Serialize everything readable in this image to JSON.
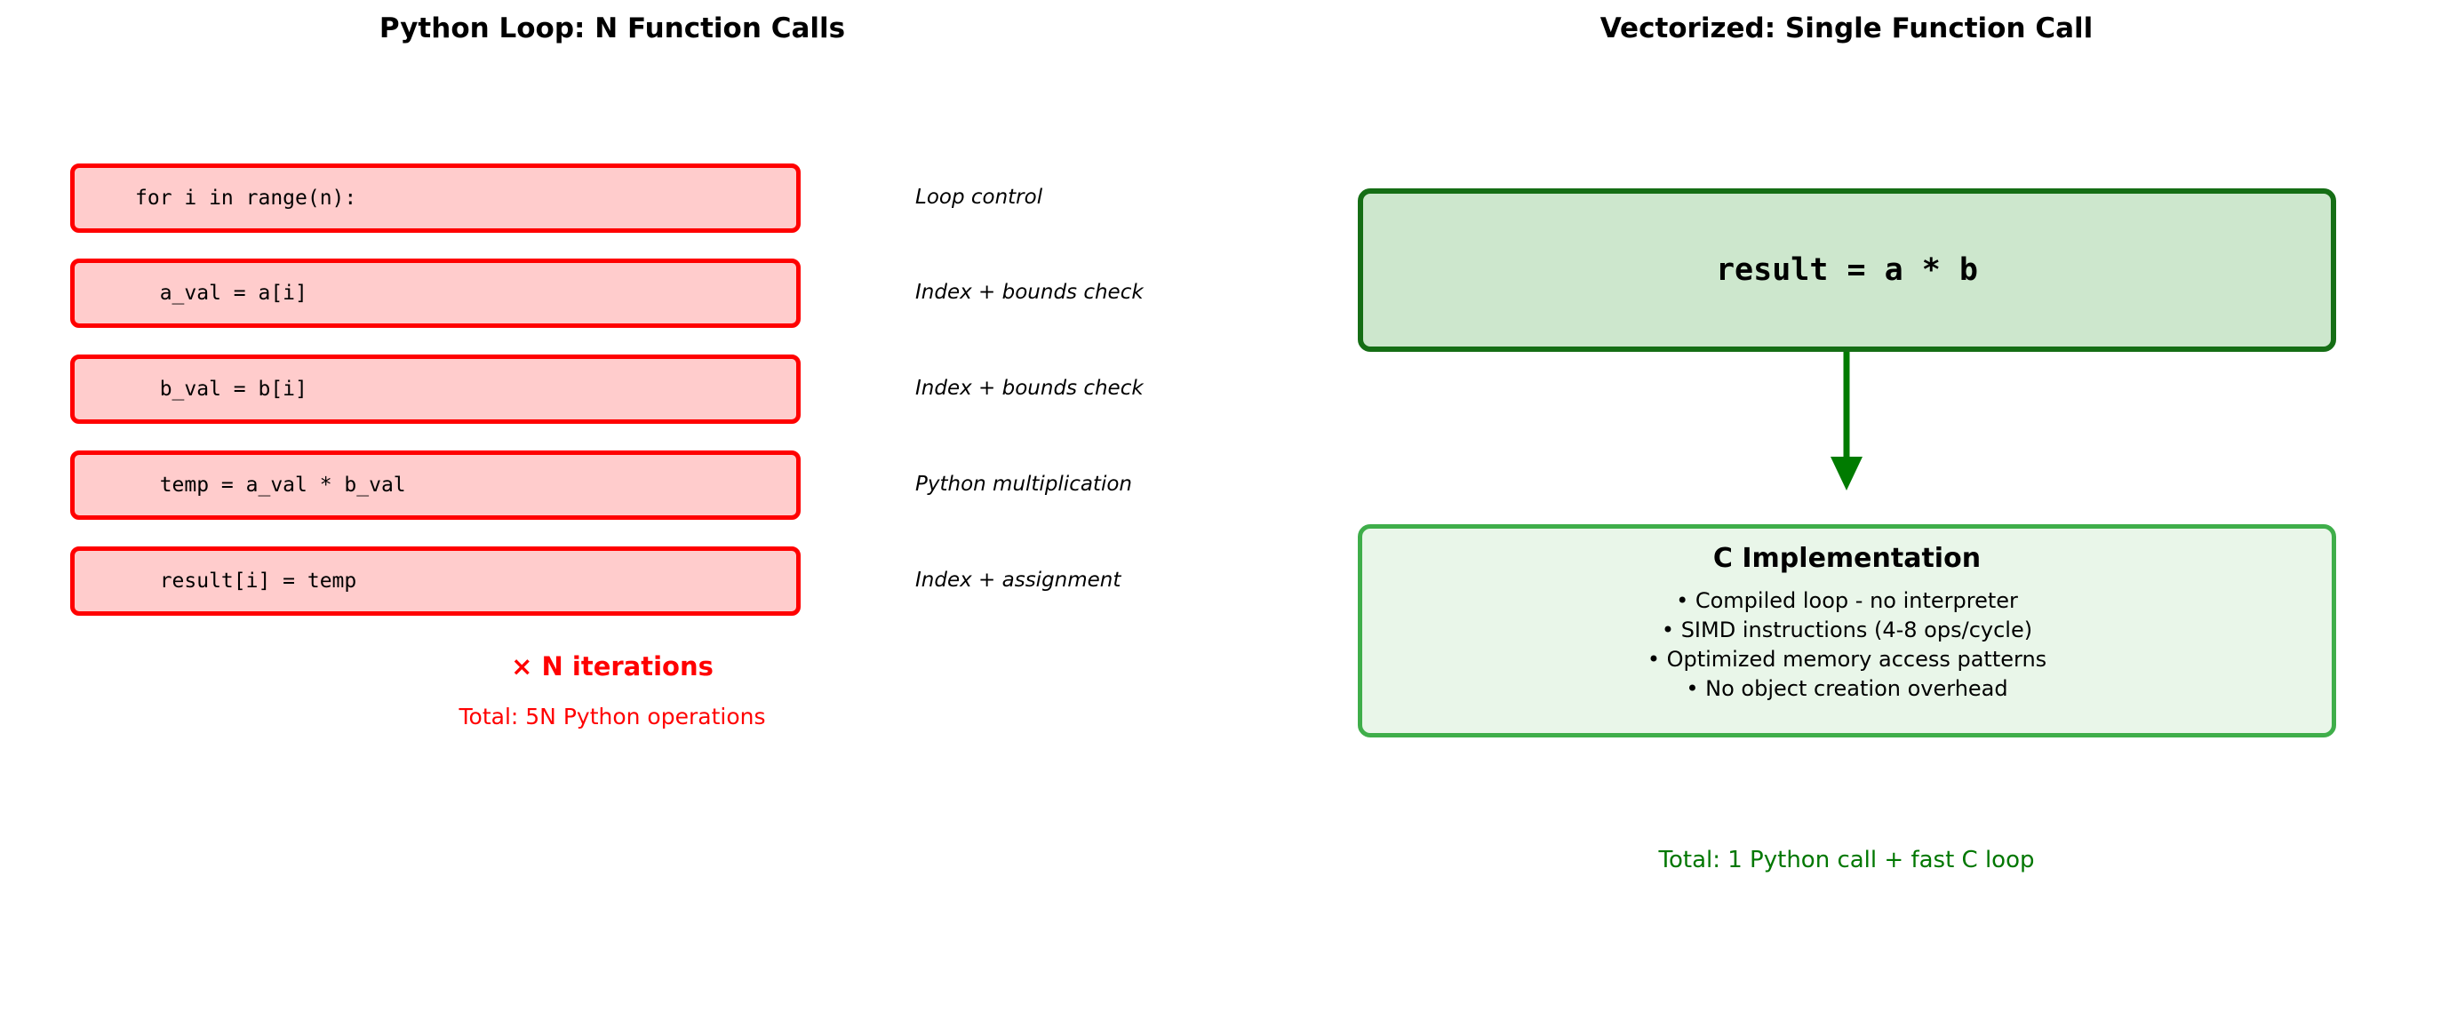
{
  "left": {
    "title": "Python Loop: N Function Calls",
    "steps": [
      {
        "code": "for i in range(n):",
        "label": "Loop control"
      },
      {
        "code": "  a_val = a[i]",
        "label": "Index + bounds check"
      },
      {
        "code": "  b_val = b[i]",
        "label": "Index + bounds check"
      },
      {
        "code": "  temp = a_val * b_val",
        "label": "Python multiplication"
      },
      {
        "code": "  result[i] = temp",
        "label": "Index + assignment"
      }
    ],
    "iterations_note": "× N iterations",
    "total": "Total: 5N Python operations"
  },
  "right": {
    "title": "Vectorized: Single Function Call",
    "call_code": "result = a * b",
    "impl": {
      "title": "C Implementation",
      "bullets": [
        "• Compiled loop - no interpreter",
        "• SIMD instructions (4-8 ops/cycle)",
        "• Optimized memory access patterns",
        "• No object creation overhead"
      ]
    },
    "total": "Total: 1 Python call + fast C loop"
  },
  "colors": {
    "step_box_fill": "#ffcccc",
    "step_box_border": "#ff0000",
    "red_text": "#ff0000",
    "call_box_fill": "#cde7cd",
    "call_box_border": "#156e15",
    "impl_box_fill": "#e9f6e9",
    "impl_box_border": "#3fae4a",
    "arrow": "#007b00",
    "green_text": "#007700"
  }
}
